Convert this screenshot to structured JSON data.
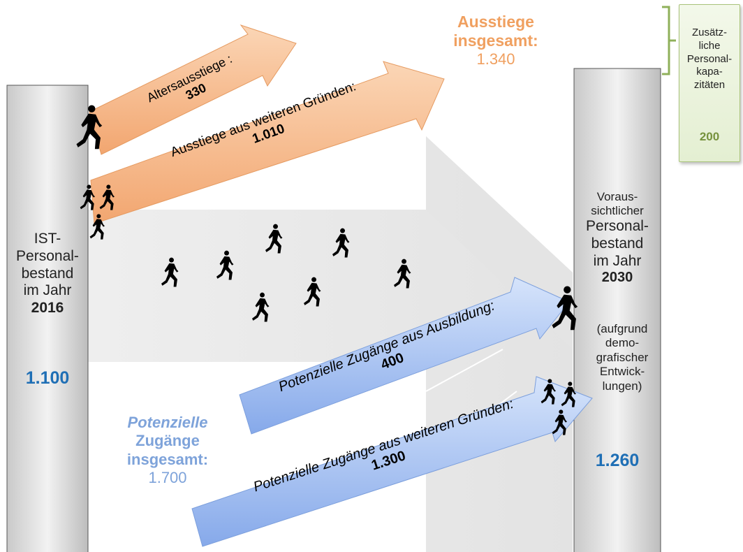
{
  "left_column": {
    "line1": "IST-",
    "line2": "Personal-",
    "line3": "bestand",
    "line4": "im Jahr",
    "year": "2016",
    "value": "1.100"
  },
  "right_column": {
    "line1": "Voraus-",
    "line2": "sichtlicher",
    "line3": "Personal-",
    "line4": "bestand",
    "line5": "im Jahr",
    "year": "2030",
    "note1": "(aufgrund",
    "note2": "demo-",
    "note3": "grafischer",
    "note4": "Entwick-",
    "note5": "lungen)",
    "value": "1.260"
  },
  "side_box": {
    "line1": "Zusätz-",
    "line2": "liche",
    "line3": "Personal-",
    "line4": "kapa-",
    "line5": "zitäten",
    "value": "200"
  },
  "outflows": {
    "total_line1": "Ausstiege",
    "total_line2": "insgesamt:",
    "total_value": "1.340",
    "age": {
      "label": "Altersausstiege :",
      "value": "330"
    },
    "other": {
      "label": "Ausstiege aus weiteren Gründen:",
      "value": "1.010"
    }
  },
  "inflows": {
    "total_line1": "Potenzielle",
    "total_line2": "Zugänge",
    "total_line3": "insgesamt:",
    "total_value": "1.700",
    "training": {
      "label": "Potenzielle Zugänge aus Ausbildung:",
      "value": "400"
    },
    "other": {
      "label": "Potenzielle Zugänge aus weiteren Gründen:",
      "value": "1.300"
    }
  },
  "colors": {
    "outflow_arrow": "#f6b98a",
    "inflow_arrow": "#9cbcf0",
    "value_blue": "#1f6fb5",
    "outflow_text": "#f0a060",
    "inflow_text": "#7ea3da",
    "side_value": "#76923c"
  },
  "icons": [
    "walking-person-icon"
  ]
}
